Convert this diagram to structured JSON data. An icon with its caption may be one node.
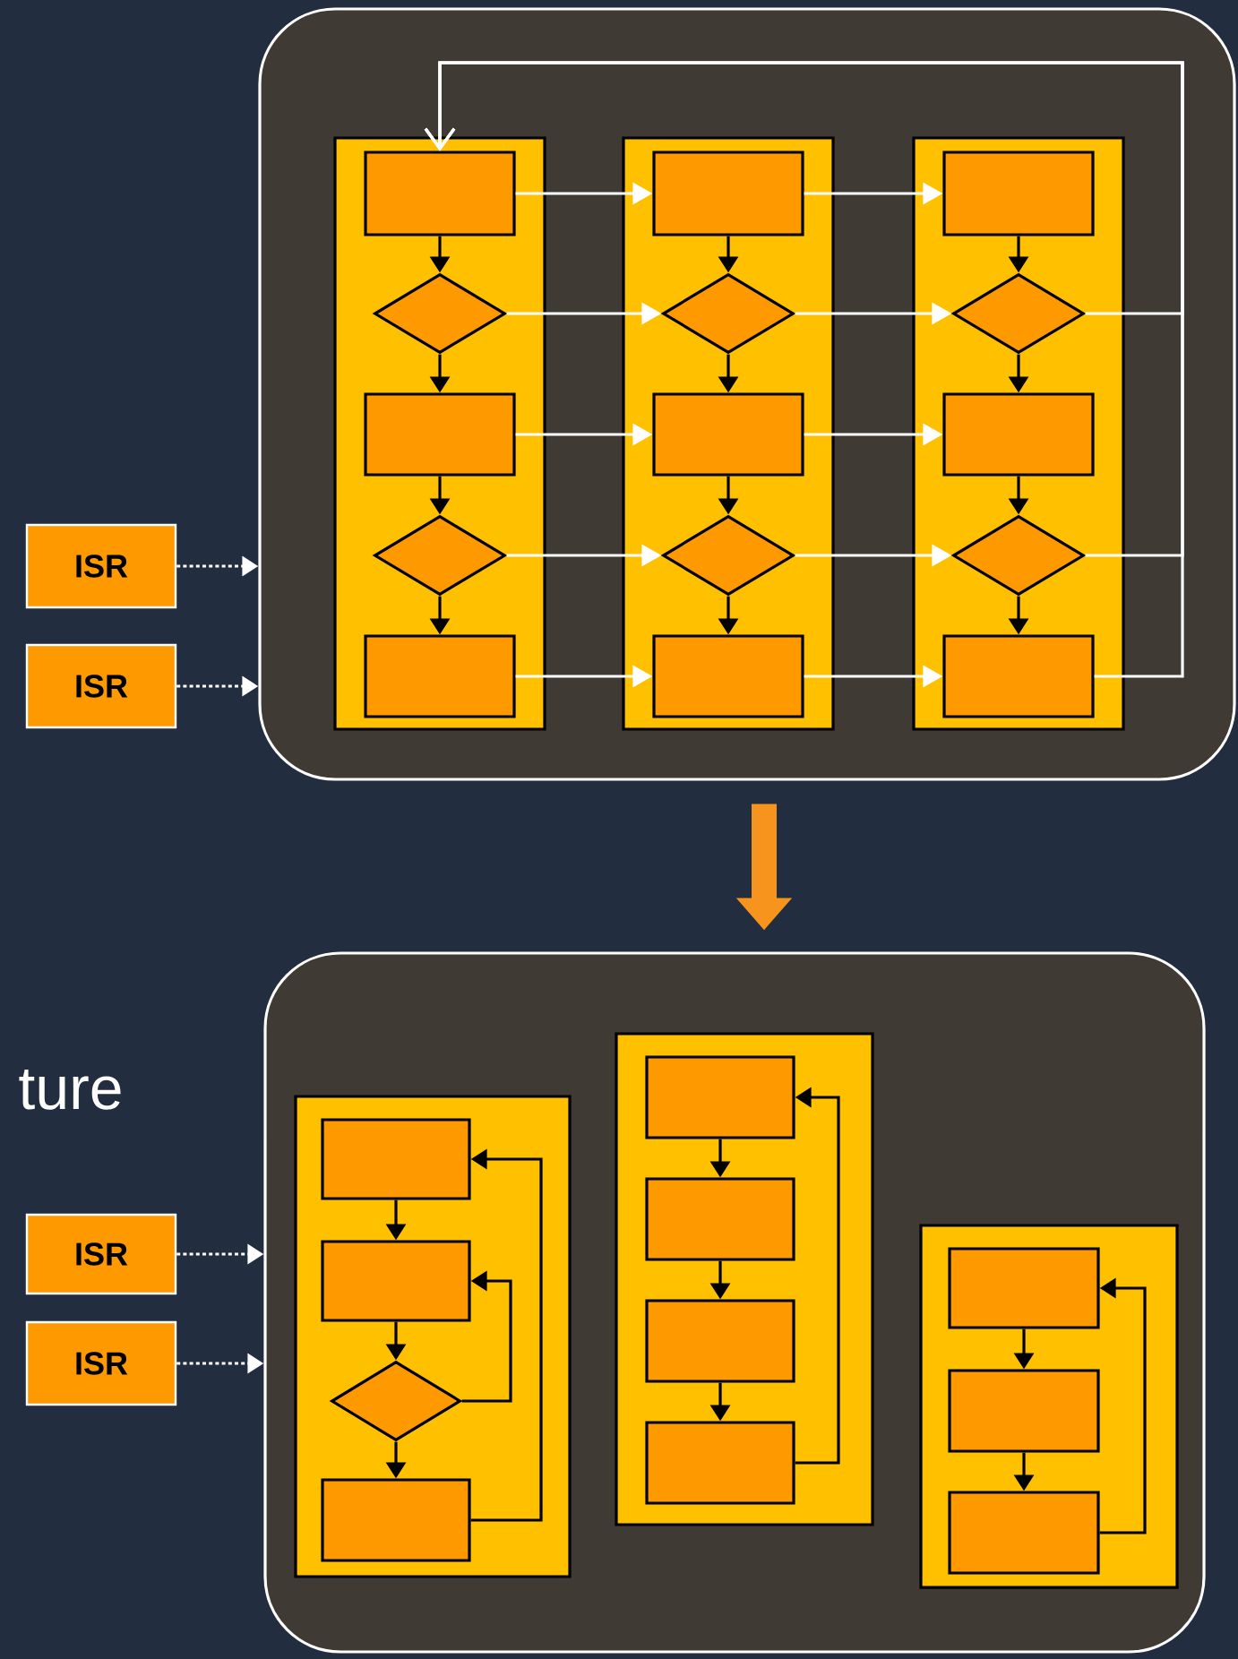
{
  "diagram": {
    "nodes": [
      {
        "text": [],
        "shape": "box"
      },
      {
        "text": [],
        "shape": "box",
        "in": 0
      },
      {
        "text": [],
        "shape": "box",
        "in": 1
      },
      {
        "text": [],
        "shape": "diamond",
        "in": 1
      },
      {
        "text": [],
        "shape": "box",
        "in": 1
      },
      {
        "text": [],
        "shape": "diamond",
        "in": 1
      },
      {
        "text": [],
        "shape": "box",
        "in": 1
      },
      {
        "text": [],
        "shape": "box",
        "in": 0
      },
      {
        "text": [],
        "shape": "box",
        "in": 7
      },
      {
        "text": [],
        "shape": "diamond",
        "in": 7
      },
      {
        "text": [],
        "shape": "box",
        "in": 7
      },
      {
        "text": [],
        "shape": "diamond",
        "in": 7
      },
      {
        "text": [],
        "shape": "box",
        "in": 7
      },
      {
        "text": [],
        "shape": "box",
        "in": 0
      },
      {
        "text": [],
        "shape": "box",
        "in": 13
      },
      {
        "text": [],
        "shape": "diamond",
        "in": 13
      },
      {
        "text": [],
        "shape": "box",
        "in": 13
      },
      {
        "text": [],
        "shape": "diamond",
        "in": 13
      },
      {
        "text": [],
        "shape": "box",
        "in": 13
      },
      {
        "text": [
          "ISR"
        ]
      },
      {
        "text": [
          "ISR"
        ]
      },
      {
        "text": [],
        "shape": "box"
      },
      {
        "text": [],
        "shape": "box",
        "in": 21
      },
      {
        "text": [],
        "shape": "box",
        "in": 22
      },
      {
        "text": [],
        "shape": "box",
        "in": 22
      },
      {
        "text": [],
        "shape": "diamond",
        "in": 22
      },
      {
        "text": [],
        "shape": "box",
        "in": 22
      },
      {
        "text": [],
        "shape": "box",
        "in": 21
      },
      {
        "text": [],
        "shape": "box",
        "in": 27
      },
      {
        "text": [],
        "shape": "box",
        "in": 27
      },
      {
        "text": [],
        "shape": "box",
        "in": 27
      },
      {
        "text": [],
        "shape": "box",
        "in": 27
      },
      {
        "text": [],
        "shape": "box",
        "in": 21
      },
      {
        "text": [],
        "shape": "box",
        "in": 32
      },
      {
        "text": [],
        "shape": "box",
        "in": 32
      },
      {
        "text": [],
        "shape": "box",
        "in": 32
      },
      {
        "text": [
          "ISR"
        ]
      },
      {
        "text": [
          "ISR"
        ]
      }
    ],
    "edges": [
      {
        "from": 2,
        "to": 3,
        "arrow": "to"
      },
      {
        "from": 3,
        "to": 4,
        "arrow": "to"
      },
      {
        "from": 4,
        "to": 5,
        "arrow": "to"
      },
      {
        "from": 5,
        "to": 6,
        "arrow": "to"
      },
      {
        "from": 8,
        "to": 9,
        "arrow": "to"
      },
      {
        "from": 9,
        "to": 10,
        "arrow": "to"
      },
      {
        "from": 10,
        "to": 11,
        "arrow": "to"
      },
      {
        "from": 11,
        "to": 12,
        "arrow": "to"
      },
      {
        "from": 14,
        "to": 15,
        "arrow": "to"
      },
      {
        "from": 15,
        "to": 16,
        "arrow": "to"
      },
      {
        "from": 16,
        "to": 17,
        "arrow": "to"
      },
      {
        "from": 17,
        "to": 18,
        "arrow": "to"
      },
      {
        "from": 2,
        "to": 8,
        "arrow": "to",
        "color": "#ffffff"
      },
      {
        "from": 8,
        "to": 14,
        "arrow": "to",
        "color": "#ffffff"
      },
      {
        "from": 3,
        "to": 9,
        "arrow": "to",
        "color": "#ffffff"
      },
      {
        "from": 9,
        "to": 15,
        "arrow": "to",
        "color": "#ffffff"
      },
      {
        "from": 4,
        "to": 10,
        "arrow": "to",
        "color": "#ffffff"
      },
      {
        "from": 10,
        "to": 16,
        "arrow": "to",
        "color": "#ffffff"
      },
      {
        "from": 5,
        "to": 11,
        "arrow": "to",
        "color": "#ffffff"
      },
      {
        "from": 11,
        "to": 17,
        "arrow": "to",
        "color": "#ffffff"
      },
      {
        "from": 6,
        "to": 12,
        "arrow": "to",
        "color": "#ffffff"
      },
      {
        "from": 12,
        "to": 18,
        "arrow": "to",
        "color": "#ffffff"
      },
      {
        "from": 15,
        "to": 2,
        "arrow": "to",
        "color": "#ffffff"
      },
      {
        "from": 17,
        "to": 2,
        "arrow": "to",
        "color": "#ffffff"
      },
      {
        "from": 18,
        "to": 2,
        "arrow": "to",
        "color": "#ffffff"
      },
      {
        "from": 19,
        "to": 0,
        "arrow": "to",
        "style": "dashed",
        "color": "#ffffff"
      },
      {
        "from": 20,
        "to": 0,
        "arrow": "to",
        "style": "dashed",
        "color": "#ffffff"
      },
      {
        "from": 0,
        "to": 21,
        "arrow": "to",
        "style": "thick",
        "color": "#f7941d"
      },
      {
        "from": 23,
        "to": 24,
        "arrow": "to"
      },
      {
        "from": 24,
        "to": 25,
        "arrow": "to"
      },
      {
        "from": 25,
        "to": 26,
        "arrow": "to"
      },
      {
        "from": 25,
        "to": 24,
        "arrow": "to"
      },
      {
        "from": 26,
        "to": 23,
        "arrow": "to"
      },
      {
        "from": 28,
        "to": 29,
        "arrow": "to"
      },
      {
        "from": 29,
        "to": 30,
        "arrow": "to"
      },
      {
        "from": 30,
        "to": 31,
        "arrow": "to"
      },
      {
        "from": 31,
        "to": 28,
        "arrow": "to"
      },
      {
        "from": 33,
        "to": 34,
        "arrow": "to"
      },
      {
        "from": 34,
        "to": 35,
        "arrow": "to"
      },
      {
        "from": 35,
        "to": 33,
        "arrow": "to"
      },
      {
        "from": 36,
        "to": 21,
        "arrow": "to",
        "style": "dashed",
        "color": "#ffffff"
      },
      {
        "from": 37,
        "to": 21,
        "arrow": "to",
        "style": "dashed",
        "color": "#ffffff"
      }
    ],
    "labels": [
      "ture"
    ]
  }
}
